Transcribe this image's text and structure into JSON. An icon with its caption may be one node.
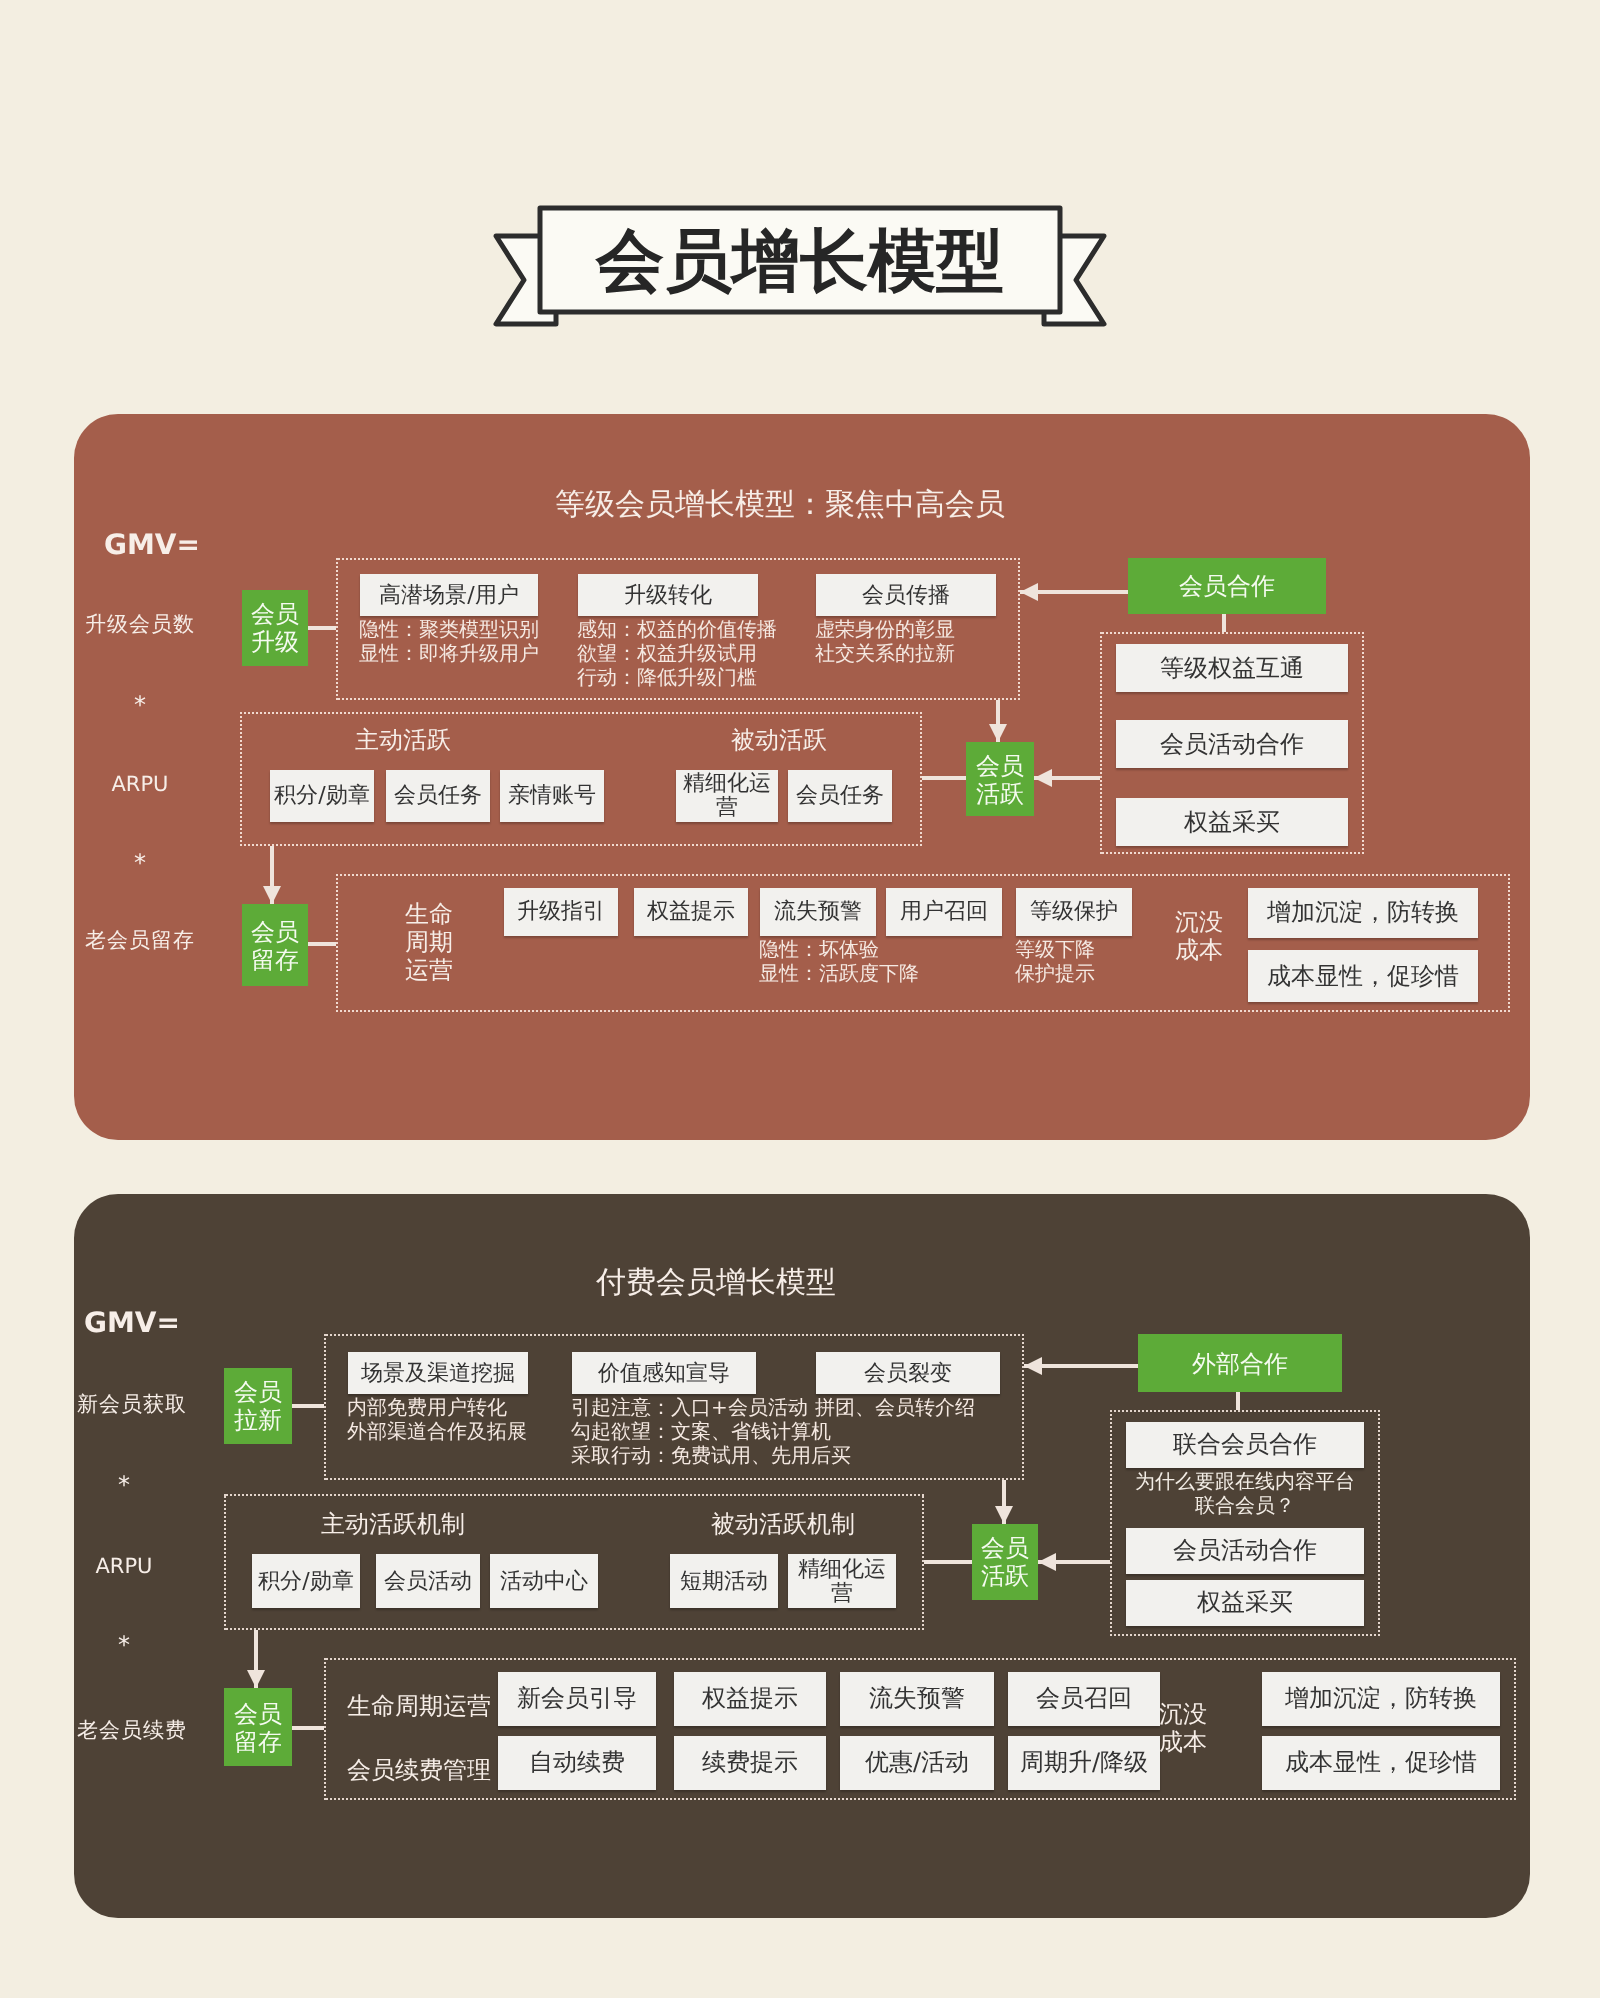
{
  "diagram": {
    "title": "会员增长模型",
    "nodes": [
      {
        "text": [
          "等级会员增长模型：聚焦中高会员"
        ]
      },
      {
        "text": [
          "会员升级"
        ],
        "in": 0
      },
      {
        "text": [],
        "shape": "box",
        "in": 0
      },
      {
        "text": [
          "高潜场景/用户"
        ],
        "in": 2,
        "beside": [
          "隐性：聚类模型识别",
          "显性：即将升级用户"
        ]
      },
      {
        "text": [
          "升级转化"
        ],
        "in": 2,
        "beside": [
          "感知：权益的价值传播",
          "欲望：权益升级试用",
          "行动：降低升级门槛"
        ]
      },
      {
        "text": [
          "会员传播"
        ],
        "in": 2,
        "beside": [
          "虚荣身份的彰显",
          "社交关系的拉新"
        ]
      },
      {
        "text": [
          "会员合作"
        ],
        "in": 0
      },
      {
        "text": [],
        "shape": "box",
        "in": 0
      },
      {
        "text": [
          "等级权益互通"
        ],
        "in": 7
      },
      {
        "text": [
          "会员活动合作"
        ],
        "in": 7
      },
      {
        "text": [
          "权益采买"
        ],
        "in": 7
      },
      {
        "text": [
          "主动活跃",
          "被动活跃"
        ],
        "in": 0
      },
      {
        "text": [
          "积分/勋章"
        ],
        "in": 11
      },
      {
        "text": [
          "会员任务"
        ],
        "in": 11
      },
      {
        "text": [
          "亲情账号"
        ],
        "in": 11
      },
      {
        "text": [
          "精细化运营"
        ],
        "in": 11
      },
      {
        "text": [
          "会员任务"
        ],
        "in": 11
      },
      {
        "text": [
          "会员活跃"
        ],
        "in": 0
      },
      {
        "text": [
          "会员留存"
        ],
        "in": 0
      },
      {
        "text": [
          "生命周期运营",
          "沉没成本"
        ],
        "in": 0
      },
      {
        "text": [
          "升级指引"
        ],
        "in": 19
      },
      {
        "text": [
          "权益提示"
        ],
        "in": 19
      },
      {
        "text": [
          "流失预警"
        ],
        "in": 19,
        "beside": [
          "隐性：坏体验",
          "显性：活跃度下降"
        ]
      },
      {
        "text": [
          "用户召回"
        ],
        "in": 19
      },
      {
        "text": [
          "等级保护"
        ],
        "in": 19,
        "beside": [
          "等级下降",
          "保护提示"
        ]
      },
      {
        "text": [
          "增加沉淀，防转换"
        ],
        "in": 19
      },
      {
        "text": [
          "成本显性，促珍惜"
        ],
        "in": 19
      },
      {
        "text": [
          "付费会员增长模型"
        ]
      },
      {
        "text": [
          "会员拉新"
        ],
        "in": 27
      },
      {
        "text": [],
        "shape": "box",
        "in": 27
      },
      {
        "text": [
          "场景及渠道挖掘"
        ],
        "in": 29,
        "beside": [
          "内部免费用户转化",
          "外部渠道合作及拓展"
        ]
      },
      {
        "text": [
          "价值感知宣导"
        ],
        "in": 29,
        "beside": [
          "引起注意：入口+会员活动",
          "勾起欲望：文案、省钱计算机",
          "采取行动：免费试用、先用后买"
        ]
      },
      {
        "text": [
          "会员裂变"
        ],
        "in": 29,
        "beside": [
          "拼团、会员转介绍"
        ]
      },
      {
        "text": [
          "外部合作"
        ],
        "in": 27
      },
      {
        "text": [
          "为什么要跟在线内容平台联合会员？"
        ],
        "in": 27
      },
      {
        "text": [
          "联合会员合作"
        ],
        "in": 34
      },
      {
        "text": [
          "会员活动合作"
        ],
        "in": 34
      },
      {
        "text": [
          "权益采买"
        ],
        "in": 34
      },
      {
        "text": [
          "主动活跃机制",
          "被动活跃机制"
        ],
        "in": 27
      },
      {
        "text": [
          "积分/勋章"
        ],
        "in": 38
      },
      {
        "text": [
          "会员活动"
        ],
        "in": 38
      },
      {
        "text": [
          "活动中心"
        ],
        "in": 38
      },
      {
        "text": [
          "短期活动"
        ],
        "in": 38
      },
      {
        "text": [
          "精细化运营"
        ],
        "in": 38
      },
      {
        "text": [
          "会员活跃"
        ],
        "in": 27
      },
      {
        "text": [
          "会员留存"
        ],
        "in": 27
      },
      {
        "text": [
          "生命周期运营",
          "会员续费管理",
          "沉没成本"
        ],
        "in": 27
      },
      {
        "text": [
          "新会员引导"
        ],
        "in": 46
      },
      {
        "text": [
          "权益提示"
        ],
        "in": 46
      },
      {
        "text": [
          "流失预警"
        ],
        "in": 46
      },
      {
        "text": [
          "会员召回"
        ],
        "in": 46
      },
      {
        "text": [
          "自动续费"
        ],
        "in": 46
      },
      {
        "text": [
          "续费提示"
        ],
        "in": 46
      },
      {
        "text": [
          "优惠/活动"
        ],
        "in": 46
      },
      {
        "text": [
          "周期升/降级"
        ],
        "in": 46
      },
      {
        "text": [
          "增加沉淀，防转换"
        ],
        "in": 46
      },
      {
        "text": [
          "成本显性，促珍惜"
        ],
        "in": 46
      }
    ],
    "edges": [
      {
        "from": 1,
        "to": 2,
        "arrow": "none"
      },
      {
        "from": 6,
        "to": 2,
        "arrow": "to"
      },
      {
        "from": 6,
        "to": 7,
        "arrow": "none"
      },
      {
        "from": 2,
        "to": 17,
        "arrow": "to"
      },
      {
        "from": 7,
        "to": 17,
        "arrow": "to"
      },
      {
        "from": 11,
        "to": 17,
        "arrow": "none"
      },
      {
        "from": 11,
        "to": 18,
        "arrow": "to"
      },
      {
        "from": 18,
        "to": 19,
        "arrow": "none"
      },
      {
        "from": 28,
        "to": 29,
        "arrow": "none"
      },
      {
        "from": 33,
        "to": 29,
        "arrow": "to"
      },
      {
        "from": 33,
        "to": 34,
        "arrow": "none"
      },
      {
        "from": 29,
        "to": 44,
        "arrow": "to"
      },
      {
        "from": 34,
        "to": 44,
        "arrow": "to"
      },
      {
        "from": 38,
        "to": 44,
        "arrow": "none"
      },
      {
        "from": 38,
        "to": 45,
        "arrow": "to"
      },
      {
        "from": 45,
        "to": 46,
        "arrow": "none"
      }
    ],
    "labels": [
      "GMV=",
      "升级会员数",
      "*",
      "ARPU",
      "*",
      "老会员留存",
      "GMV=",
      "新会员获取",
      "*",
      "ARPU",
      "*",
      "老会员续费"
    ]
  }
}
